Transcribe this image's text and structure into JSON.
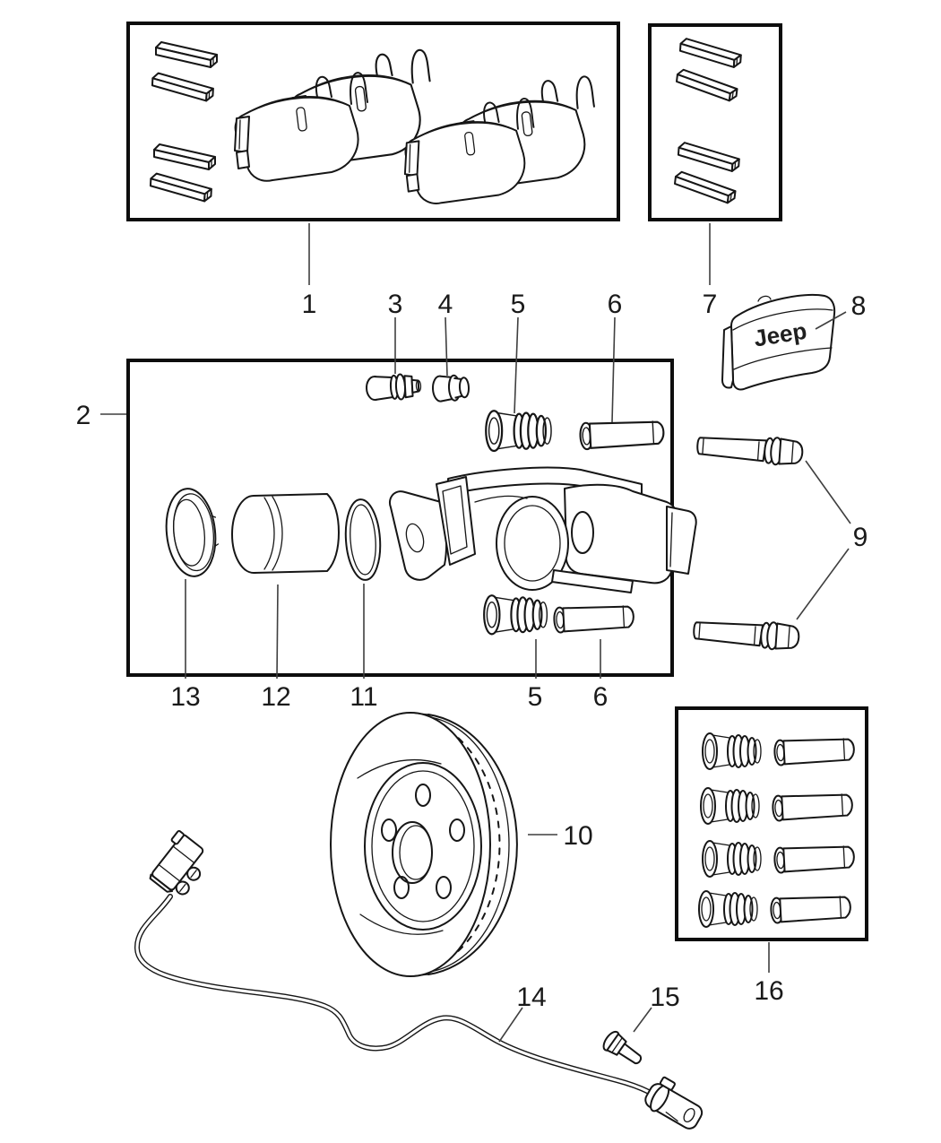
{
  "diagram": {
    "type": "exploded-parts-diagram",
    "colors": {
      "background": "#ffffff",
      "line": "#161616",
      "leader": "#3f3f3f",
      "label": "#1a1a1a"
    },
    "cover_logo": {
      "text": "Jeep"
    },
    "callouts": [
      {
        "text": "1",
        "part": "brake-pad-kit"
      },
      {
        "text": "2",
        "part": "caliper-hardware-kit"
      },
      {
        "text": "3",
        "part": "bleeder-screw"
      },
      {
        "text": "4",
        "part": "bleeder-screw-cap"
      },
      {
        "text": "5",
        "part": "guide-pin-boot-upper"
      },
      {
        "text": "6",
        "part": "guide-pin-sleeve-upper"
      },
      {
        "text": "7",
        "part": "pad-clip-kit"
      },
      {
        "text": "8",
        "part": "caliper-cover"
      },
      {
        "text": "9",
        "part": "guide-pin-bolts"
      },
      {
        "text": "10",
        "part": "brake-rotor"
      },
      {
        "text": "11",
        "part": "piston-seal"
      },
      {
        "text": "12",
        "part": "caliper-piston"
      },
      {
        "text": "13",
        "part": "piston-dust-boot"
      },
      {
        "text": "5",
        "part": "guide-pin-boot-lower"
      },
      {
        "text": "6",
        "part": "guide-pin-sleeve-lower"
      },
      {
        "text": "14",
        "part": "wheel-speed-sensor"
      },
      {
        "text": "15",
        "part": "sensor-bolt"
      },
      {
        "text": "16",
        "part": "pin-boot-kit"
      }
    ]
  }
}
